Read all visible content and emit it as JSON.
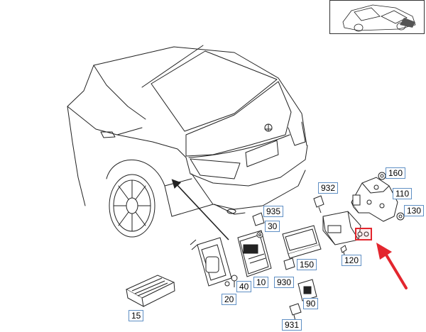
{
  "callouts": [
    {
      "id": "l160",
      "text": "160"
    },
    {
      "id": "l110",
      "text": "110"
    },
    {
      "id": "l130",
      "text": "130"
    },
    {
      "id": "l932",
      "text": "932"
    },
    {
      "id": "l935",
      "text": "935"
    },
    {
      "id": "l30",
      "text": "30"
    },
    {
      "id": "l120",
      "text": "120"
    },
    {
      "id": "l150",
      "text": "150"
    },
    {
      "id": "l40",
      "text": "40"
    },
    {
      "id": "l10",
      "text": "10"
    },
    {
      "id": "l930",
      "text": "930"
    },
    {
      "id": "l20",
      "text": "20"
    },
    {
      "id": "l15",
      "text": "15"
    },
    {
      "id": "l90",
      "text": "90"
    },
    {
      "id": "l931",
      "text": "931"
    }
  ],
  "colors": {
    "callout_border": "#5f8fc4",
    "highlight": "#e3262e",
    "line": "#222222"
  },
  "icons": {
    "vehicle": "sedan-rear-three-quarter-icon",
    "thumbnail": "vehicle-top-view-thumbnail",
    "pointer": "red-arrow-icon"
  }
}
